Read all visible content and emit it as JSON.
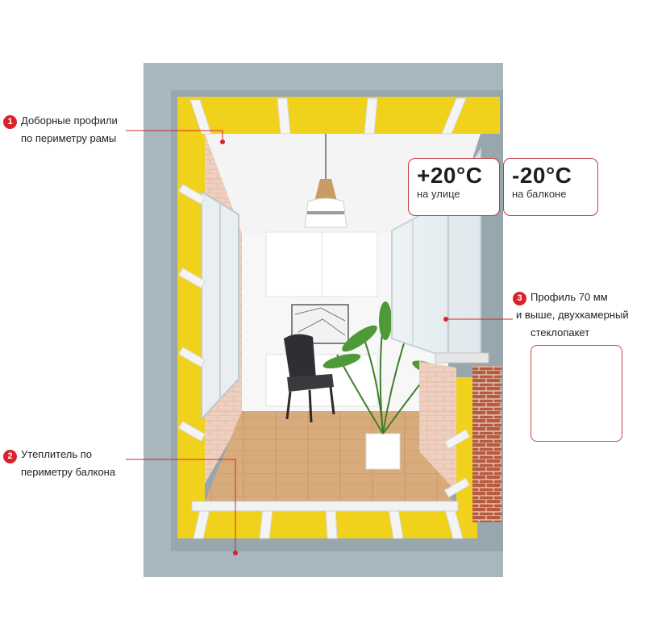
{
  "callouts": [
    {
      "number": "1",
      "lines": [
        "Доборные профили",
        "по периметру рамы"
      ]
    },
    {
      "number": "2",
      "lines": [
        "Утеплитель по",
        "периметру балкона"
      ]
    },
    {
      "number": "3",
      "lines": [
        "Профиль 70 мм",
        "и выше, двухкамерный",
        "стеклопакет"
      ]
    }
  ],
  "temperatures": [
    {
      "value": "+20°C",
      "label": "на улице"
    },
    {
      "value": "-20°C",
      "label": "на балконе"
    }
  ],
  "colors": {
    "accent": "#d8232a",
    "box_border": "#c03a40",
    "concrete": "#a8b6bd",
    "insulation": "#f0d21c",
    "brick": "#c36a4a"
  },
  "icons": {
    "double_glazing": "double-glazing-icon"
  }
}
